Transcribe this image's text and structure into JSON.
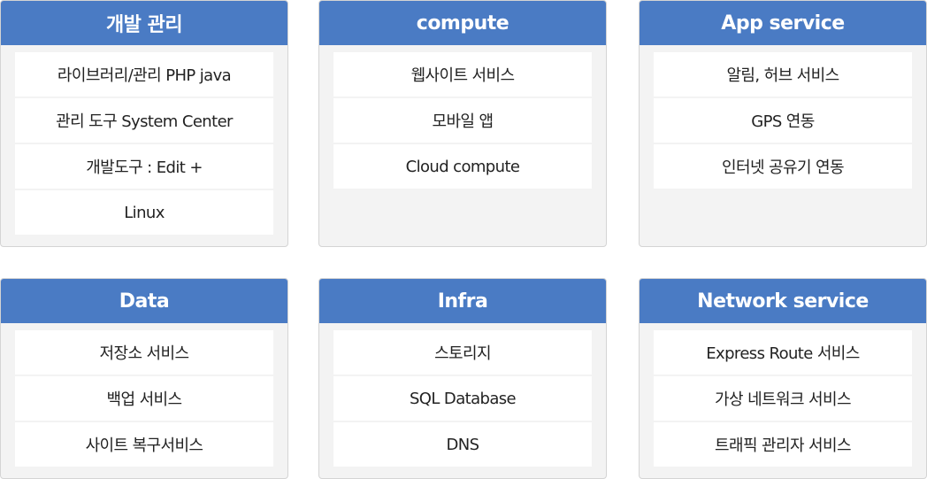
{
  "cards": [
    {
      "title": "개발 관리",
      "items": [
        "라이브러리/관리 PHP java",
        "관리 도구 System Center",
        "개발도구 : Edit +",
        "Linux"
      ]
    },
    {
      "title": "compute",
      "items": [
        "웹사이트 서비스",
        "모바일 앱",
        "Cloud compute"
      ]
    },
    {
      "title": "App service",
      "items": [
        "알림, 허브 서비스",
        "GPS 연동",
        "인터넷 공유기 연동"
      ]
    },
    {
      "title": "Data",
      "items": [
        "저장소 서비스",
        "백업 서비스",
        "사이트 복구서비스"
      ]
    },
    {
      "title": "Infra",
      "items": [
        "스토리지",
        "SQL Database",
        "DNS"
      ]
    },
    {
      "title": "Network service",
      "items": [
        "Express Route 서비스",
        "가상 네트워크 서비스",
        "트래픽 관리자 서비스"
      ]
    }
  ],
  "colors": {
    "header": "#4a7bc4",
    "card_bg": "#f3f3f3",
    "item_bg": "#ffffff"
  }
}
